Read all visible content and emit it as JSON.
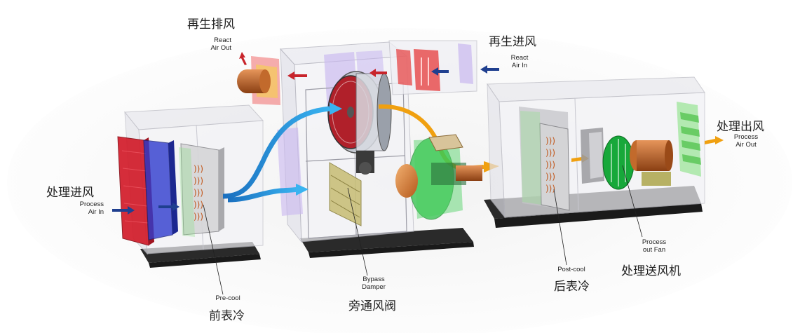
{
  "labels": {
    "regen_exhaust": {
      "cn": "再生排风",
      "en": [
        "React",
        "Air Out"
      ]
    },
    "regen_intake": {
      "cn": "再生进风",
      "en": [
        "React",
        "Air In"
      ]
    },
    "process_intake": {
      "cn": "处理进风",
      "en": [
        "Process",
        "Air In"
      ]
    },
    "process_outlet": {
      "cn": "处理出风",
      "en": [
        "Process",
        "Air Out"
      ]
    },
    "precool": {
      "cn": "前表冷",
      "en": [
        "Pre-cool"
      ]
    },
    "bypass_damper": {
      "cn": "旁通风阀",
      "en": [
        "Bypass",
        "Damper"
      ]
    },
    "postcool": {
      "cn": "后表冷",
      "en": [
        "Post-cool"
      ]
    },
    "process_fan": {
      "cn": "处理送风机",
      "en": [
        "Process",
        "out Fan"
      ]
    }
  },
  "colors": {
    "process_air": "#1e8fd8",
    "regen_hot_air": "#f0a010",
    "exhaust_arrow": "#c8242b",
    "intake_arrow": "#1f3f8f",
    "frame_dark": "#2a2a2a"
  }
}
